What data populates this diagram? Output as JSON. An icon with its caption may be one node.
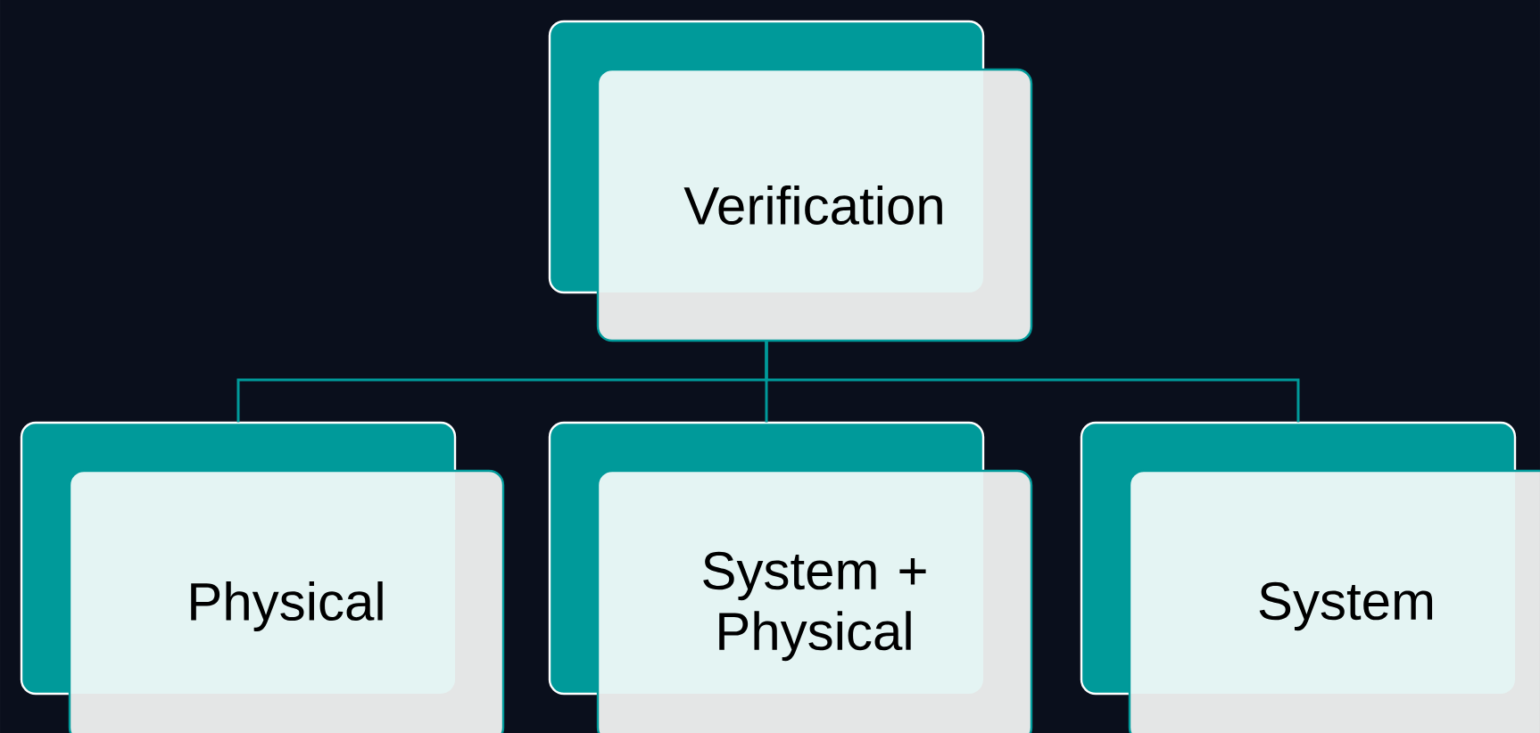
{
  "diagram": {
    "nodes": [
      {
        "text": [
          "Verification"
        ]
      },
      {
        "text": [
          "Physical"
        ]
      },
      {
        "text": [
          "System + Physical"
        ]
      },
      {
        "text": [
          "System"
        ]
      }
    ],
    "edges": [
      {
        "from": 0,
        "to": 1,
        "arrow": "none"
      },
      {
        "from": 0,
        "to": 2,
        "arrow": "none"
      },
      {
        "from": 0,
        "to": 3,
        "arrow": "none"
      }
    ]
  }
}
